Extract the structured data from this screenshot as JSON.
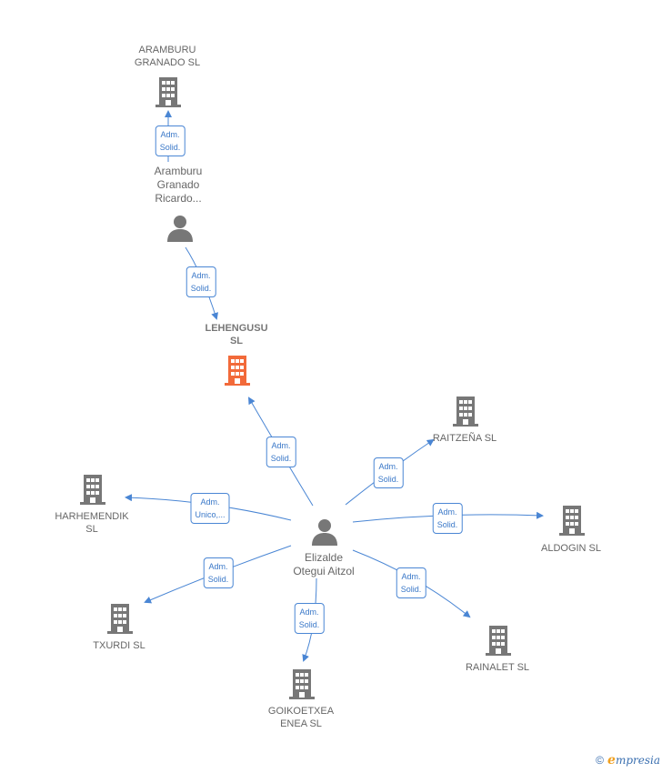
{
  "nodes": {
    "aramburu_granado_sl": "ARAMBURU\nGRANADO SL",
    "aramburu_person": "Aramburu\nGranado\nRicardo...",
    "lehengusu": "LEHENGUSU\nSL",
    "raitzena": "RAITZEÑA SL",
    "harhemendik": "HARHEMENDIK\nSL",
    "aldogin": "ALDOGIN SL",
    "elizalde": "Elizalde\nOtegui Aitzol",
    "txurdi": "TXURDI SL",
    "rainalet": "RAINALET SL",
    "goikoetxea": "GOIKOETXEA\nENEA SL"
  },
  "edges": {
    "e1": "Adm.\nSolid.",
    "e2": "Adm.\nSolid.",
    "e3": "Adm.\nSolid.",
    "e4": "Adm.\nSolid.",
    "e5": "Adm.\nUnico,...",
    "e6": "Adm.\nSolid.",
    "e7": "Adm.\nSolid.",
    "e8": "Adm.\nSolid.",
    "e9": "Adm.\nSolid."
  },
  "footer": {
    "copyright": "©",
    "brand_initial": "e",
    "brand_rest": "mpresia"
  },
  "colors": {
    "building": "#777777",
    "building_main": "#f26a3a",
    "person": "#777777",
    "edge": "#4a86d4"
  }
}
